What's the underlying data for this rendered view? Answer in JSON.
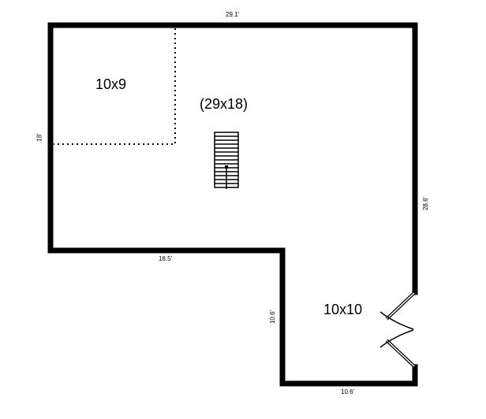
{
  "floorplan": {
    "colors": {
      "wall": "#000000",
      "background": "#ffffff"
    },
    "dimensions": {
      "top": "29.1'",
      "left": "18'",
      "right": "28.6'",
      "middle_bottom": "18.5'",
      "lower_left": "10.6'",
      "lower_bottom": "10.6'"
    },
    "rooms": [
      {
        "label": "10x9"
      },
      {
        "label": "(29x18)"
      },
      {
        "label": "10x10"
      }
    ],
    "icons": {
      "stairs": "stairs-icon",
      "doors": "double-door-icon"
    }
  }
}
